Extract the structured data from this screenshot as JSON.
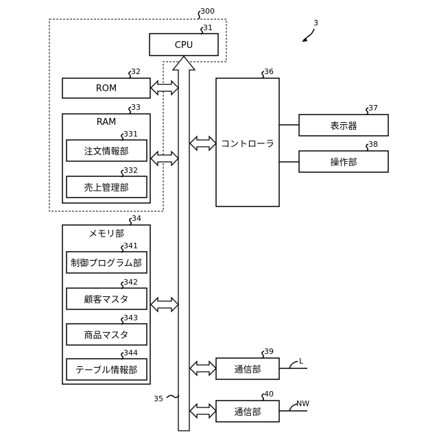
{
  "figure_ref": "3",
  "group_ref": "300",
  "bus_ref": "35",
  "cpu": {
    "label": "CPU",
    "ref": "31"
  },
  "rom": {
    "label": "ROM",
    "ref": "32"
  },
  "ram": {
    "label": "RAM",
    "ref": "33",
    "items": [
      {
        "label": "注文情報部",
        "ref": "331"
      },
      {
        "label": "売上管理部",
        "ref": "332"
      }
    ]
  },
  "memory": {
    "label": "メモリ部",
    "ref": "34",
    "items": [
      {
        "label": "制御プログラム部",
        "ref": "341"
      },
      {
        "label": "顧客マスタ",
        "ref": "342"
      },
      {
        "label": "商品マスタ",
        "ref": "343"
      },
      {
        "label": "テーブル情報部",
        "ref": "344"
      }
    ]
  },
  "controller": {
    "label": "コントローラ",
    "ref": "36"
  },
  "display": {
    "label": "表示器",
    "ref": "37"
  },
  "operation": {
    "label": "操作部",
    "ref": "38"
  },
  "comm1": {
    "label": "通信部",
    "ref": "39",
    "line_label": "L"
  },
  "comm2": {
    "label": "通信部",
    "ref": "40",
    "line_label": "NW"
  }
}
